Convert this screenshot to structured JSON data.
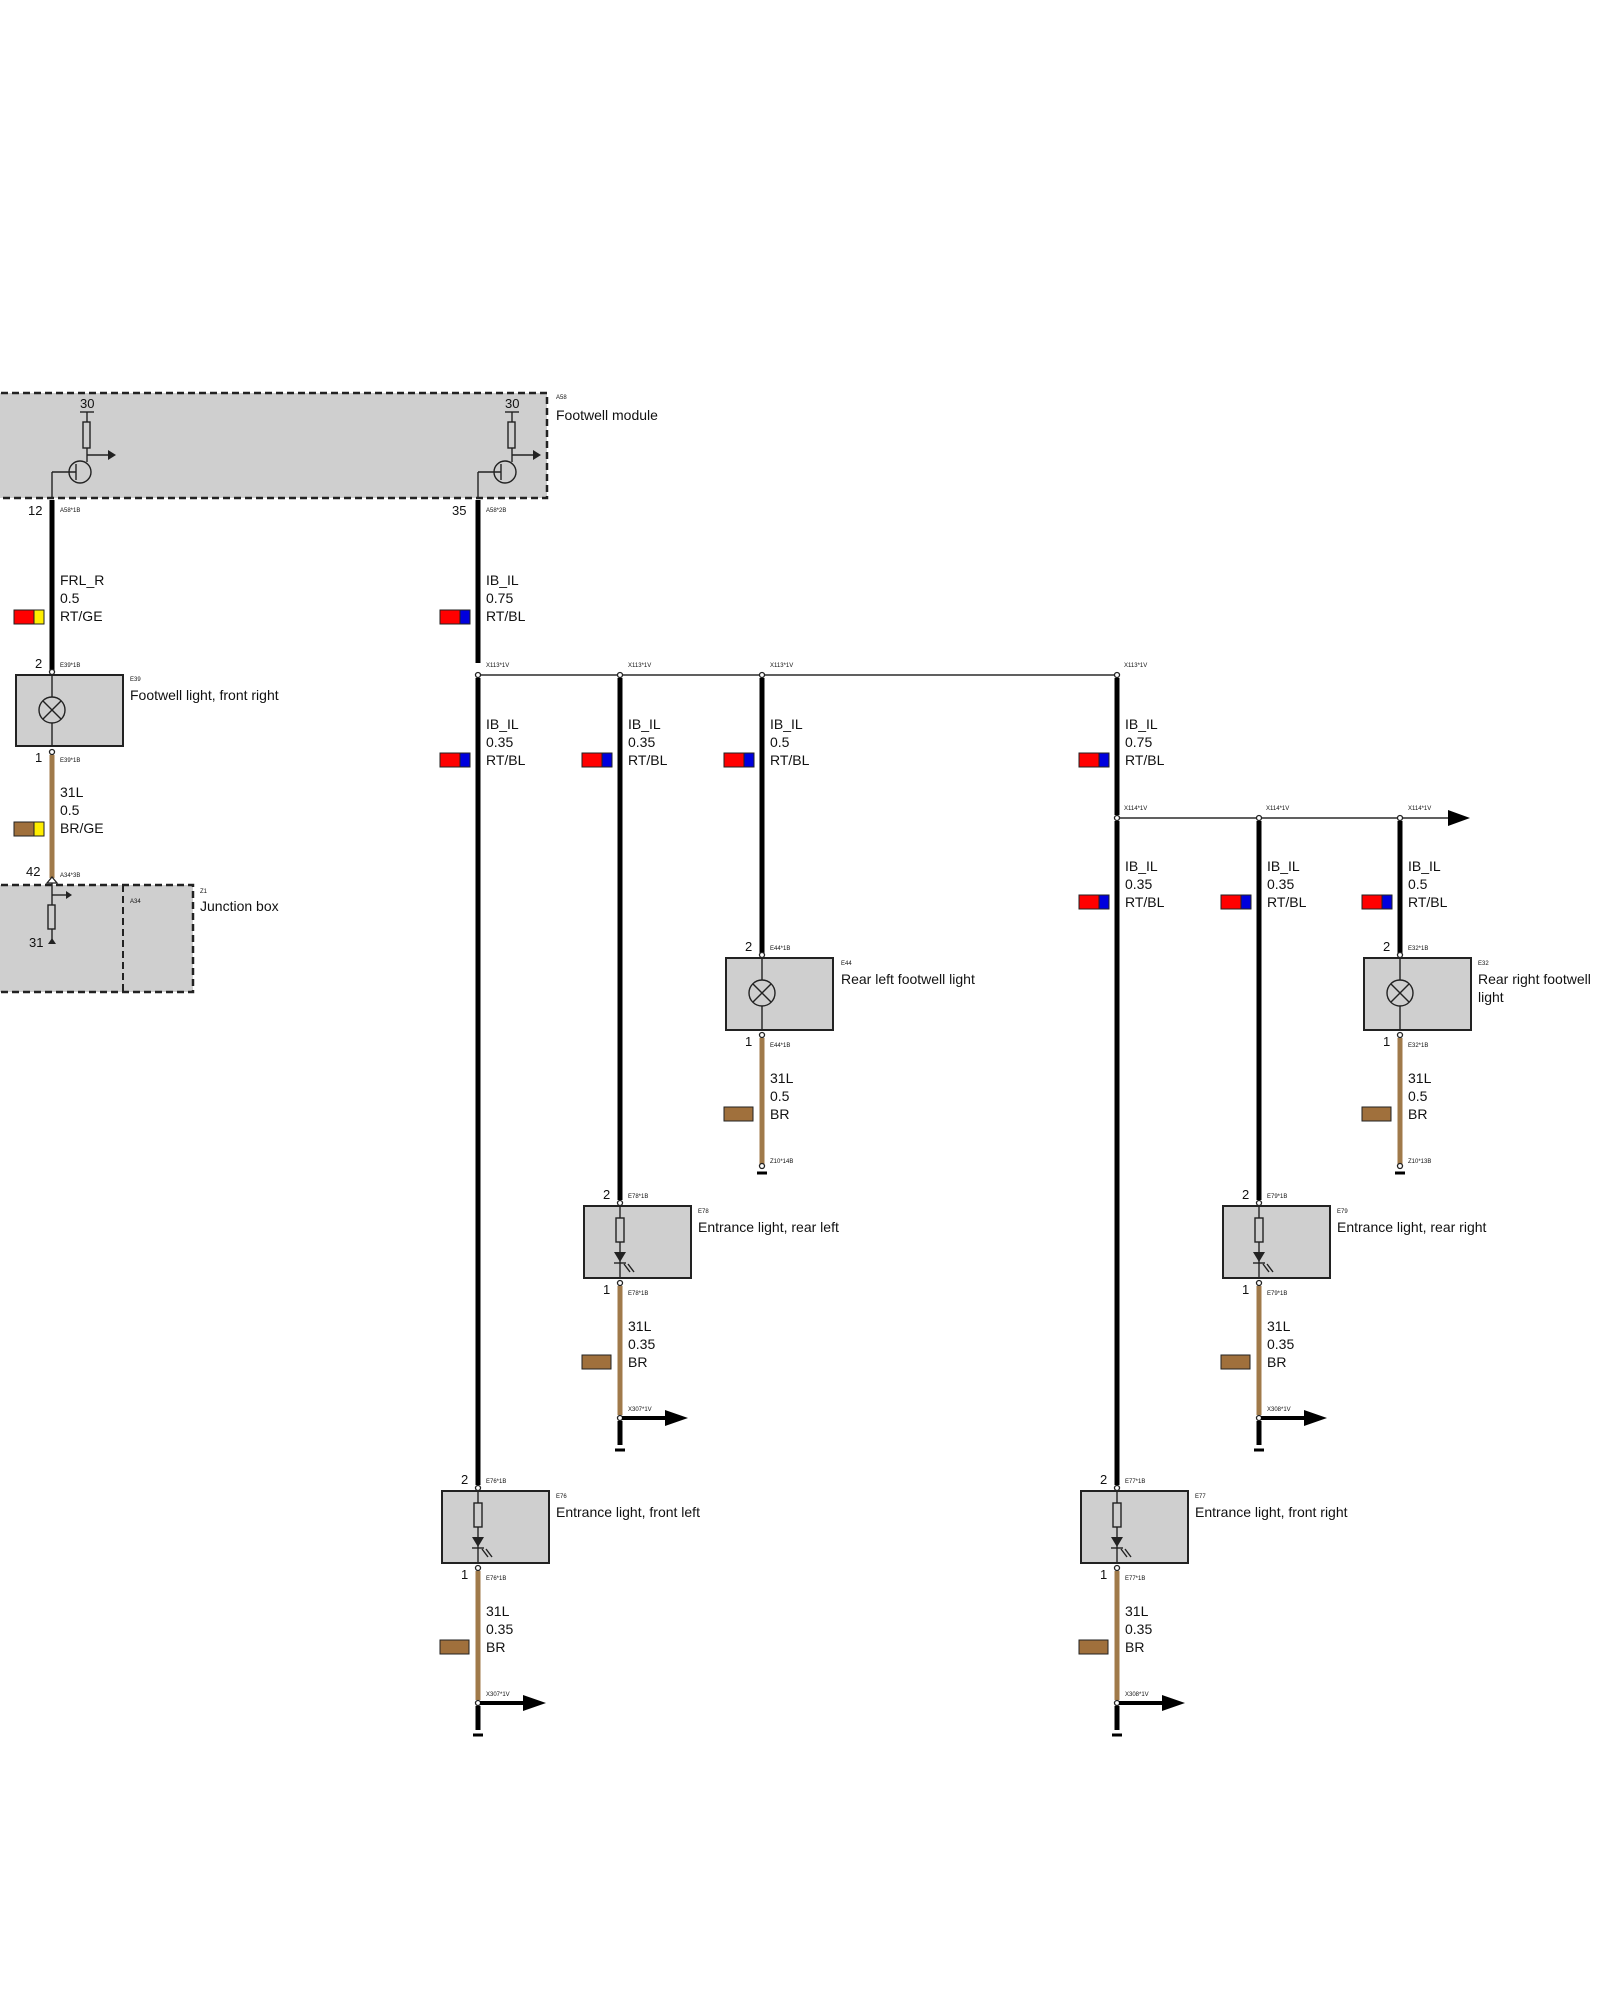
{
  "colors": {
    "rt": "#ff0000",
    "bl": "#0000dd",
    "ge": "#ffee00",
    "br": "#a0703c",
    "component_fill": "#cfcfcf",
    "wire_black": "#000000",
    "wire_brown": "#a07a4a"
  },
  "components": {
    "a58": {
      "id": "A58",
      "name": "Footwell module",
      "pin_30_left": "30",
      "pin_30_right": "30"
    },
    "z1": {
      "id": "Z1",
      "sub_id": "A34",
      "name": "Junction box",
      "pin_31": "31"
    },
    "e39": {
      "id": "E39",
      "name": "Footwell light, front right",
      "icon": "lamp-icon"
    },
    "e44": {
      "id": "E44",
      "name": "Rear left footwell light",
      "icon": "lamp-icon"
    },
    "e32": {
      "id": "E32",
      "name_line1": "Rear right footwell",
      "name_line2": "light",
      "icon": "lamp-icon"
    },
    "e78": {
      "id": "E78",
      "name": "Entrance light, rear left",
      "icon": "led-icon"
    },
    "e79": {
      "id": "E79",
      "name": "Entrance light, rear right",
      "icon": "led-icon"
    },
    "e76": {
      "id": "E76",
      "name": "Entrance light, front left",
      "icon": "led-icon"
    },
    "e77": {
      "id": "E77",
      "name": "Entrance light, front right",
      "icon": "led-icon"
    }
  },
  "pins": {
    "a58_12": "12",
    "a58_35": "35",
    "e39_2": "2",
    "e39_1": "1",
    "z1_42": "42",
    "e44_2": "2",
    "e44_1": "1",
    "e32_2": "2",
    "e32_1": "1",
    "e78_2": "2",
    "e78_1": "1",
    "e79_2": "2",
    "e79_1": "1",
    "e76_2": "2",
    "e76_1": "1",
    "e77_2": "2",
    "e77_1": "1"
  },
  "connectors": {
    "a58_1b": "A58*1B",
    "a58_2b": "A58*2B",
    "e39_1b_top": "E39*1B",
    "e39_1b_bot": "E39*1B",
    "a34_3b": "A34*3B",
    "x113_1": "X113*1V",
    "x113_2": "X113*1V",
    "x113_3": "X113*1V",
    "x113_4": "X113*1V",
    "x114_1": "X114*1V",
    "x114_2": "X114*1V",
    "x114_3": "X114*1V",
    "e44_1b_top": "E44*1B",
    "e44_1b_bot": "E44*1B",
    "z10_14b": "Z10*14B",
    "e32_1b_top": "E32*1B",
    "e32_1b_bot": "E32*1B",
    "z10_13b": "Z10*13B",
    "e78_1b_top": "E78*1B",
    "e78_1b_bot": "E78*1B",
    "x307_a": "X307*1V",
    "e79_1b_top": "E79*1B",
    "e79_1b_bot": "E79*1B",
    "x308_a": "X308*1V",
    "e76_1b_top": "E76*1B",
    "e76_1b_bot": "E76*1B",
    "x307_b": "X307*1V",
    "e77_1b_top": "E77*1B",
    "e77_1b_bot": "E77*1B",
    "x308_b": "X308*1V"
  },
  "wires": {
    "frl_r": {
      "signal": "FRL_R",
      "size": "0.5",
      "color": "RT/GE",
      "c1": "rt",
      "c2": "ge"
    },
    "ib_main": {
      "signal": "IB_IL",
      "size": "0.75",
      "color": "RT/BL",
      "c1": "rt",
      "c2": "bl"
    },
    "gnd_e39": {
      "signal": "31L",
      "size": "0.5",
      "color": "BR/GE",
      "c1": "br",
      "c2": "ge"
    },
    "ib_e76": {
      "signal": "IB_IL",
      "size": "0.35",
      "color": "RT/BL",
      "c1": "rt",
      "c2": "bl"
    },
    "ib_e78": {
      "signal": "IB_IL",
      "size": "0.35",
      "color": "RT/BL",
      "c1": "rt",
      "c2": "bl"
    },
    "ib_e44": {
      "signal": "IB_IL",
      "size": "0.5",
      "color": "RT/BL",
      "c1": "rt",
      "c2": "bl"
    },
    "ib_x114": {
      "signal": "IB_IL",
      "size": "0.75",
      "color": "RT/BL",
      "c1": "rt",
      "c2": "bl"
    },
    "ib_e77": {
      "signal": "IB_IL",
      "size": "0.35",
      "color": "RT/BL",
      "c1": "rt",
      "c2": "bl"
    },
    "ib_e79": {
      "signal": "IB_IL",
      "size": "0.35",
      "color": "RT/BL",
      "c1": "rt",
      "c2": "bl"
    },
    "ib_e32": {
      "signal": "IB_IL",
      "size": "0.5",
      "color": "RT/BL",
      "c1": "rt",
      "c2": "bl"
    },
    "gnd_e44": {
      "signal": "31L",
      "size": "0.5",
      "color": "BR",
      "c1": "br"
    },
    "gnd_e32": {
      "signal": "31L",
      "size": "0.5",
      "color": "BR",
      "c1": "br"
    },
    "gnd_e78": {
      "signal": "31L",
      "size": "0.35",
      "color": "BR",
      "c1": "br"
    },
    "gnd_e79": {
      "signal": "31L",
      "size": "0.35",
      "color": "BR",
      "c1": "br"
    },
    "gnd_e76": {
      "signal": "31L",
      "size": "0.35",
      "color": "BR",
      "c1": "br"
    },
    "gnd_e77": {
      "signal": "31L",
      "size": "0.35",
      "color": "BR",
      "c1": "br"
    }
  }
}
